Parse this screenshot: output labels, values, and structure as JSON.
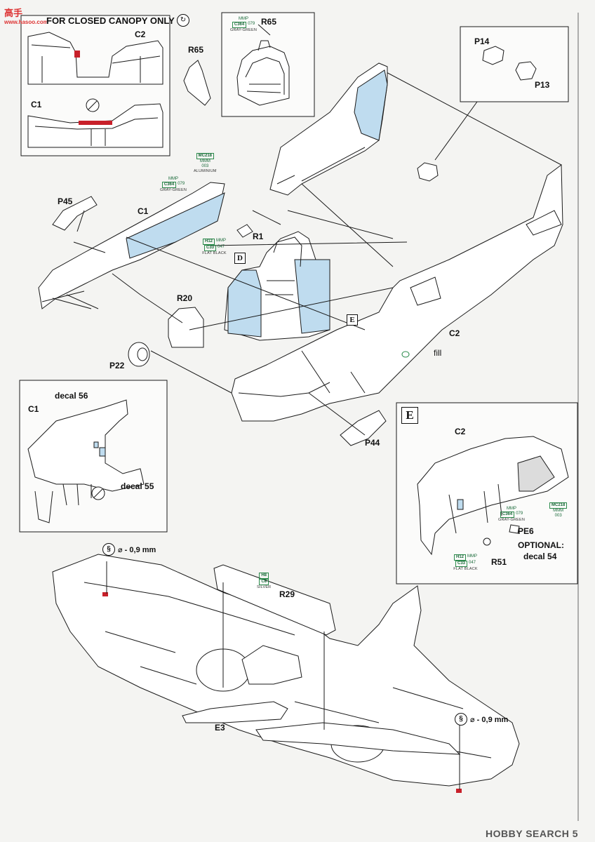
{
  "watermark": {
    "site": "高手",
    "site_sub": "www.hasoo.com",
    "brand": "HOBBY SEARCH"
  },
  "inset_top": {
    "title": "FOR CLOSED CANOPY ONLY",
    "part_top": "C2",
    "part_bottom": "C1"
  },
  "step_symbol": "↻",
  "parts": {
    "r65a": "R65",
    "r65b": "R65",
    "p14": "P14",
    "p13": "P13",
    "p45": "P45",
    "c1": "C1",
    "r1": "R1",
    "r20": "R20",
    "p22": "P22",
    "c2": "C2",
    "fill": "fill",
    "p44": "P44",
    "r29": "R29",
    "e3": "E3"
  },
  "callouts": {
    "d": "D",
    "e": "E"
  },
  "paints": {
    "gray_green_top": {
      "c": "C364",
      "m": "MMP",
      "n": "079",
      "name": "GRAY-GREEN"
    },
    "aluminium": {
      "a": "MC218",
      "b": "MMM",
      "c": "003",
      "name": "ALUMINIUM"
    },
    "gray_green_c1": {
      "c": "C364",
      "m": "MMP",
      "n": "079",
      "name": "GRAY-GREEN"
    },
    "flat_black_c1": {
      "a": "H12",
      "b": "C33",
      "m": "MMP",
      "n": "047",
      "name": "FLAT BLACK"
    },
    "silver": {
      "a": "H8",
      "b": "C8",
      "name": "SILVER"
    },
    "gray_green_e": {
      "c": "C364",
      "m": "MMP",
      "n": "079",
      "name": "GRAY-GREEN"
    },
    "aluminium_e": {
      "a": "MC218",
      "b": "MMM",
      "c": "003"
    },
    "flat_black_e": {
      "a": "H12",
      "b": "C33",
      "m": "MMP",
      "n": "047",
      "name": "FLAT BLACK"
    }
  },
  "inset_left": {
    "part": "C1",
    "decal_a": "decal 56",
    "decal_b": "decal 55"
  },
  "inset_e": {
    "tag": "E",
    "part": "C2",
    "pe": "PE6",
    "r": "R51",
    "optional": "OPTIONAL:",
    "decal": "decal 54"
  },
  "drill_top": "⌀ - 0,9 mm",
  "drill_bottom": "⌀ - 0,9 mm",
  "page_number": "5",
  "colors": {
    "light_blue": "#bfdcef",
    "red": "#c8202a",
    "line": "#1a1a1a"
  }
}
